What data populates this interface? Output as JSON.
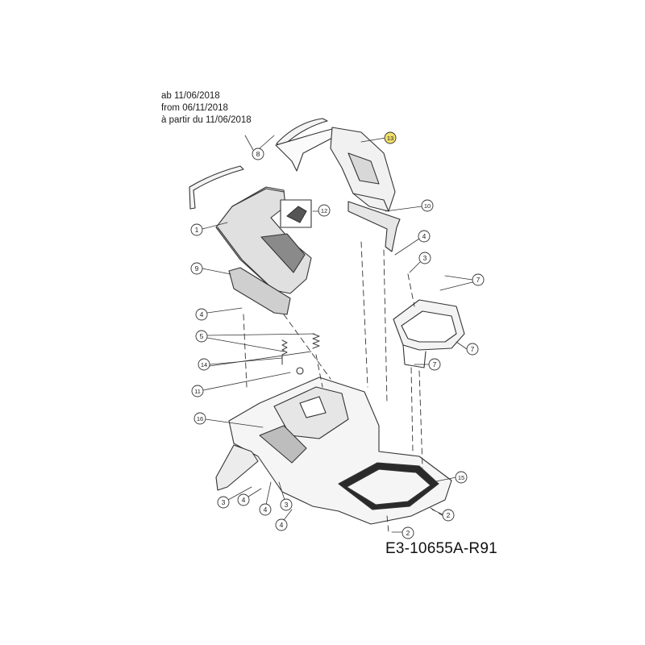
{
  "notes": [
    "ab 11/06/2018",
    "from 06/11/2018",
    "à partir du 11/06/2018"
  ],
  "drawing_code": "E3-10655A-R91",
  "highlight_color": "#f2df6a",
  "line_color": "#333333",
  "callouts": [
    {
      "label": "13",
      "highlight": true
    },
    {
      "label": "8",
      "highlight": false
    },
    {
      "label": "1",
      "highlight": false
    },
    {
      "label": "12",
      "highlight": false
    },
    {
      "label": "10",
      "highlight": false
    },
    {
      "label": "4",
      "highlight": false
    },
    {
      "label": "3",
      "highlight": false
    },
    {
      "label": "7",
      "highlight": false
    },
    {
      "label": "9",
      "highlight": false
    },
    {
      "label": "4",
      "highlight": false
    },
    {
      "label": "5",
      "highlight": false
    },
    {
      "label": "7",
      "highlight": false
    },
    {
      "label": "7",
      "highlight": false
    },
    {
      "label": "14",
      "highlight": false
    },
    {
      "label": "11",
      "highlight": false
    },
    {
      "label": "16",
      "highlight": false
    },
    {
      "label": "15",
      "highlight": false
    },
    {
      "label": "3",
      "highlight": false
    },
    {
      "label": "4",
      "highlight": false
    },
    {
      "label": "4",
      "highlight": false
    },
    {
      "label": "3",
      "highlight": false
    },
    {
      "label": "4",
      "highlight": false
    },
    {
      "label": "2",
      "highlight": false
    },
    {
      "label": "2",
      "highlight": false
    }
  ]
}
